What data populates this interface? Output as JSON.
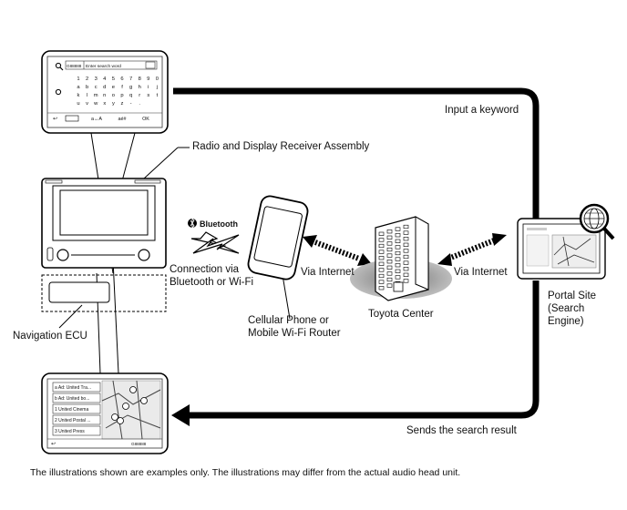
{
  "labels": {
    "radio_receiver": "Radio and Display Receiver Assembly",
    "input_keyword": "Input a keyword",
    "bluetooth_logo": "Bluetooth",
    "connection": "Connection via Bluetooth or Wi-Fi",
    "via_internet_left": "Via Internet",
    "via_internet_right": "Via Internet",
    "cellular": "Cellular Phone or Mobile Wi-Fi Router",
    "toyota_center": "Toyota Center",
    "portal": "Portal Site (Search Engine)",
    "nav_ecu": "Navigation ECU",
    "sends_result": "Sends the search result",
    "footer": "The illustrations shown are examples only. The illustrations may differ from the actual audio head unit."
  },
  "keyboard_screen": {
    "brand": "G88888",
    "search_placeholder": "Enter search word",
    "row1": [
      "1",
      "2",
      "3",
      "4",
      "5",
      "6",
      "7",
      "8",
      "9",
      "0"
    ],
    "row2": [
      "a",
      "b",
      "c",
      "d",
      "e",
      "f",
      "g",
      "h",
      "i",
      "j"
    ],
    "row3": [
      "k",
      "l",
      "m",
      "n",
      "o",
      "p",
      "q",
      "r",
      "s",
      "t"
    ],
    "row4": [
      "u",
      "v",
      "w",
      "x",
      "y",
      "z",
      "-",
      ".",
      "",
      ""
    ],
    "bottom": [
      "a↔A",
      "aé#",
      "OK"
    ]
  },
  "results_screen": {
    "items": [
      "a Ad: United Tra...",
      "b Ad: United bo...",
      "1 United Cinema",
      "2 United Postal ...",
      "3 United Press"
    ],
    "brand": "G88888"
  }
}
